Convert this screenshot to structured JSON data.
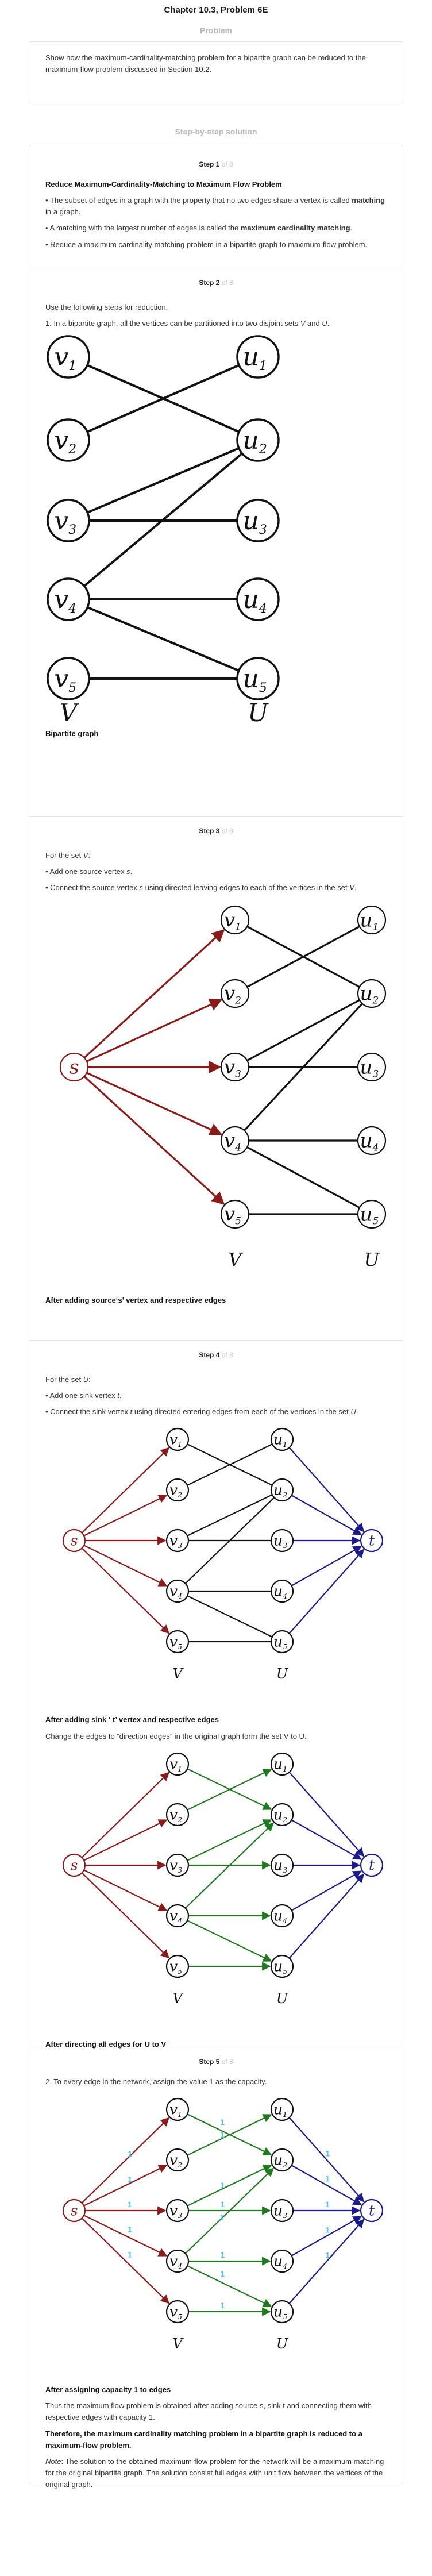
{
  "title": "Chapter 10.3, Problem 6E",
  "problem_heading": "Problem",
  "problem_text": "Show how the maximum-cardinality-matching problem for a bipartite graph can be reduced to the maximum-flow problem discussed in Section 10.2.",
  "solution_heading": "Step-by-step solution",
  "steps": [
    {
      "label": "Step 1",
      "of": " of 8",
      "heading": "Reduce Maximum-Cardinality-Matching to Maximum Flow Problem",
      "b1_pre": "• The subset of edges in a graph with the property that no two edges share a vertex is called ",
      "b1_bold": "matching",
      "b1_post": " in a graph.",
      "b2_pre": "• A matching with the largest number of edges is called the ",
      "b2_bold": "maximum cardinality matching",
      "b2_post": ".",
      "b3": "• Reduce a maximum cardinality matching problem in a bipartite graph to maximum-flow problem."
    },
    {
      "label": "Step 2",
      "of": " of 8",
      "intro": "Use the following steps for reduction.",
      "item_pre": "1. In a bipartite graph, all the vertices can be partitioned into two disjoint sets ",
      "item_v": "V",
      "item_mid": " and ",
      "item_u": "U",
      "item_post": ".",
      "caption": "Bipartite graph"
    },
    {
      "label": "Step 3",
      "of": " of 8",
      "intro_pre": "For the set ",
      "intro_v": "V",
      "intro_post": ":",
      "b1_pre": "• Add one source vertex ",
      "b1_s": "s",
      "b1_post": ".",
      "b2_pre": "• Connect the source vertex ",
      "b2_s": "s",
      "b2_mid": " using directed leaving edges to each of the vertices in the set ",
      "b2_v": "V",
      "b2_post": ".",
      "caption": "After adding source‘s’ vertex and respective edges"
    },
    {
      "label": "Step 4",
      "of": " of 8",
      "intro_pre": "For the set ",
      "intro_u": "U",
      "intro_post": ":",
      "b1_pre": "• Add one sink vertex ",
      "b1_t": "t",
      "b1_post": ".",
      "b2_pre": "• Connect the sink vertex ",
      "b2_t": "t",
      "b2_mid": " using directed entering edges from each of the vertices in the set ",
      "b2_u": "U",
      "b2_post": ".",
      "caption1": "After adding sink ‘ t’ vertex and respective edges",
      "mid_text": "Change the edges to “direction edges” in the original graph form the set V to U.",
      "caption2": "After directing all edges for U to V"
    },
    {
      "label": "Step 5",
      "of": " of 8",
      "intro": "2. To every edge in the network, assign the value 1 as the capacity.",
      "caption": "After assigning capacity 1 to edges",
      "p1": "Thus the maximum flow problem is obtained after adding source s, sink t and connecting them with respective edges with capacity 1.",
      "p2": "Therefore, the maximum cardinality matching problem in a bipartite graph is reduced to a maximum-flow problem.",
      "note_label": "Note",
      "note_text": ": The solution to the obtained maximum-flow problem for the network will be a maximum matching for the original bipartite graph. The solution consist full edges with unit flow between the vertices of the original graph."
    }
  ],
  "graph": {
    "v_names": [
      "V1",
      "V2",
      "V3",
      "V4",
      "V5"
    ],
    "u_names": [
      "u1",
      "u2",
      "u3",
      "u4",
      "u5"
    ],
    "v_letter": "V",
    "u_letter": "U",
    "subs": [
      "1",
      "2",
      "3",
      "4",
      "5"
    ],
    "source": "s",
    "sink": "t",
    "set_v": "V",
    "set_u": "U",
    "capacity": "1",
    "edges": [
      [
        0,
        1
      ],
      [
        1,
        0
      ],
      [
        2,
        1
      ],
      [
        2,
        2
      ],
      [
        3,
        1
      ],
      [
        3,
        3
      ],
      [
        3,
        4
      ],
      [
        4,
        4
      ]
    ],
    "colors": {
      "source": "#8b1a1a",
      "sink": "#1a1a8b",
      "directed": "#1f7a1f",
      "capacity": "#4fc3e8",
      "edge": "#111111"
    }
  }
}
